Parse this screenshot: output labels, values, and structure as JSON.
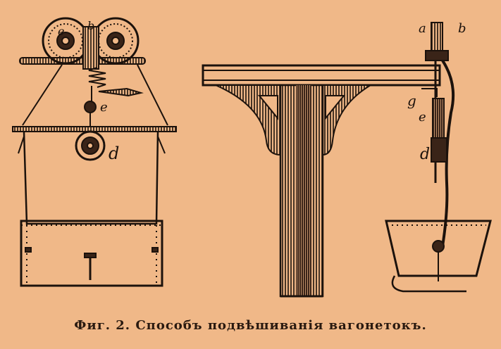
{
  "caption": "Фиг. 2. Способъ подвѣшиванія вагонетокъ.",
  "labels": {
    "left_e_top": "e",
    "left_b": "b",
    "left_e_mid": "e",
    "left_d": "d",
    "right_a": "a",
    "right_b": "b",
    "right_g": "g",
    "right_e": "e",
    "right_d": "d"
  },
  "colors": {
    "background": "#f0b888",
    "ink": "#1c120c"
  }
}
